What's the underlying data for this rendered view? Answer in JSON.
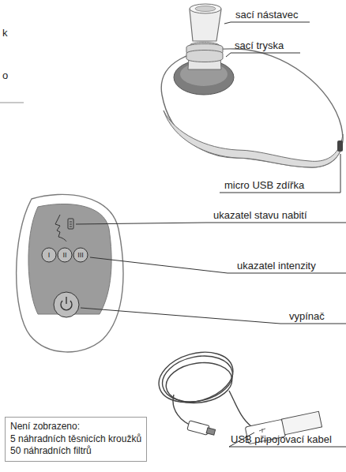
{
  "diagram": {
    "nodes": [
      {
        "text": [
          "Není zobrazeno:",
          "5 náhradních těsnicích kroužků",
          "50 náhradních filtrů"
        ]
      }
    ],
    "edges": [],
    "labels": [
      "k",
      "o",
      "sací nástavec",
      "sací tryska",
      "micro USB zdířka",
      "ukazatel stavu nabití",
      "I",
      "II",
      "III",
      "ukazatel intenzity",
      "vypínač",
      "USB připojovací kabel"
    ]
  }
}
